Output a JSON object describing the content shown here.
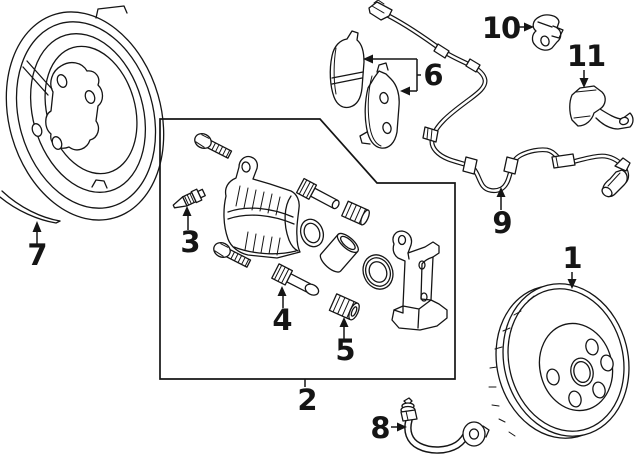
{
  "diagram": {
    "type": "exploded-parts-line-diagram",
    "background_color": "#ffffff",
    "line_color": "#151515"
  },
  "callouts": [
    {
      "label": "1",
      "part": "brake-rotor"
    },
    {
      "label": "2",
      "part": "caliper-assembly-group"
    },
    {
      "label": "3",
      "part": "bleeder-screw"
    },
    {
      "label": "4",
      "part": "caliper-guide-pin"
    },
    {
      "label": "5",
      "part": "guide-pin-boot"
    },
    {
      "label": "6",
      "part": "brake-pads"
    },
    {
      "label": "7",
      "part": "splash-shield"
    },
    {
      "label": "8",
      "part": "brake-hose"
    },
    {
      "label": "9",
      "part": "abs-sensor-wire"
    },
    {
      "label": "10",
      "part": "wire-clip"
    },
    {
      "label": "11",
      "part": "wire-bracket"
    }
  ]
}
